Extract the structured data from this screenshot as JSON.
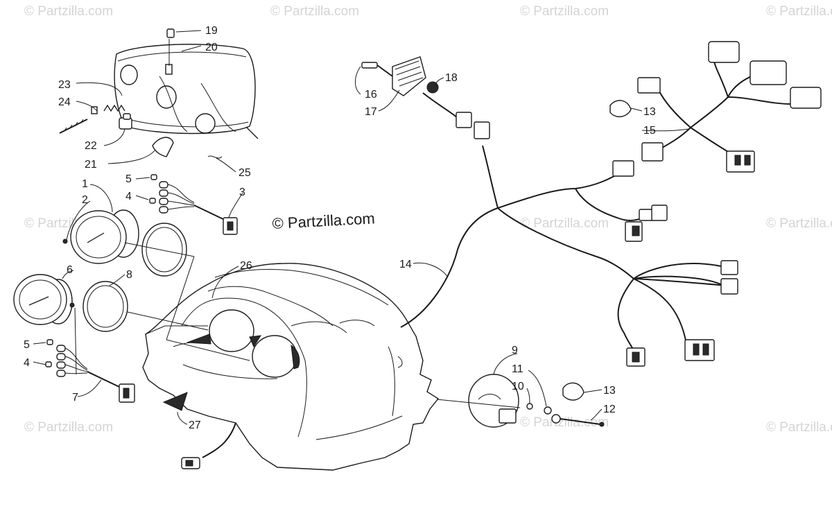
{
  "watermark": {
    "text": "© Partzilla.com",
    "center_text": "© Partzilla.com"
  },
  "callouts": [
    "19",
    "20",
    "23",
    "24",
    "22",
    "21",
    "25",
    "5",
    "1",
    "4",
    "2",
    "3",
    "6",
    "8",
    "26",
    "5",
    "4",
    "7",
    "27",
    "16",
    "17",
    "18",
    "13",
    "15",
    "14",
    "9",
    "11",
    "10",
    "13",
    "12"
  ]
}
